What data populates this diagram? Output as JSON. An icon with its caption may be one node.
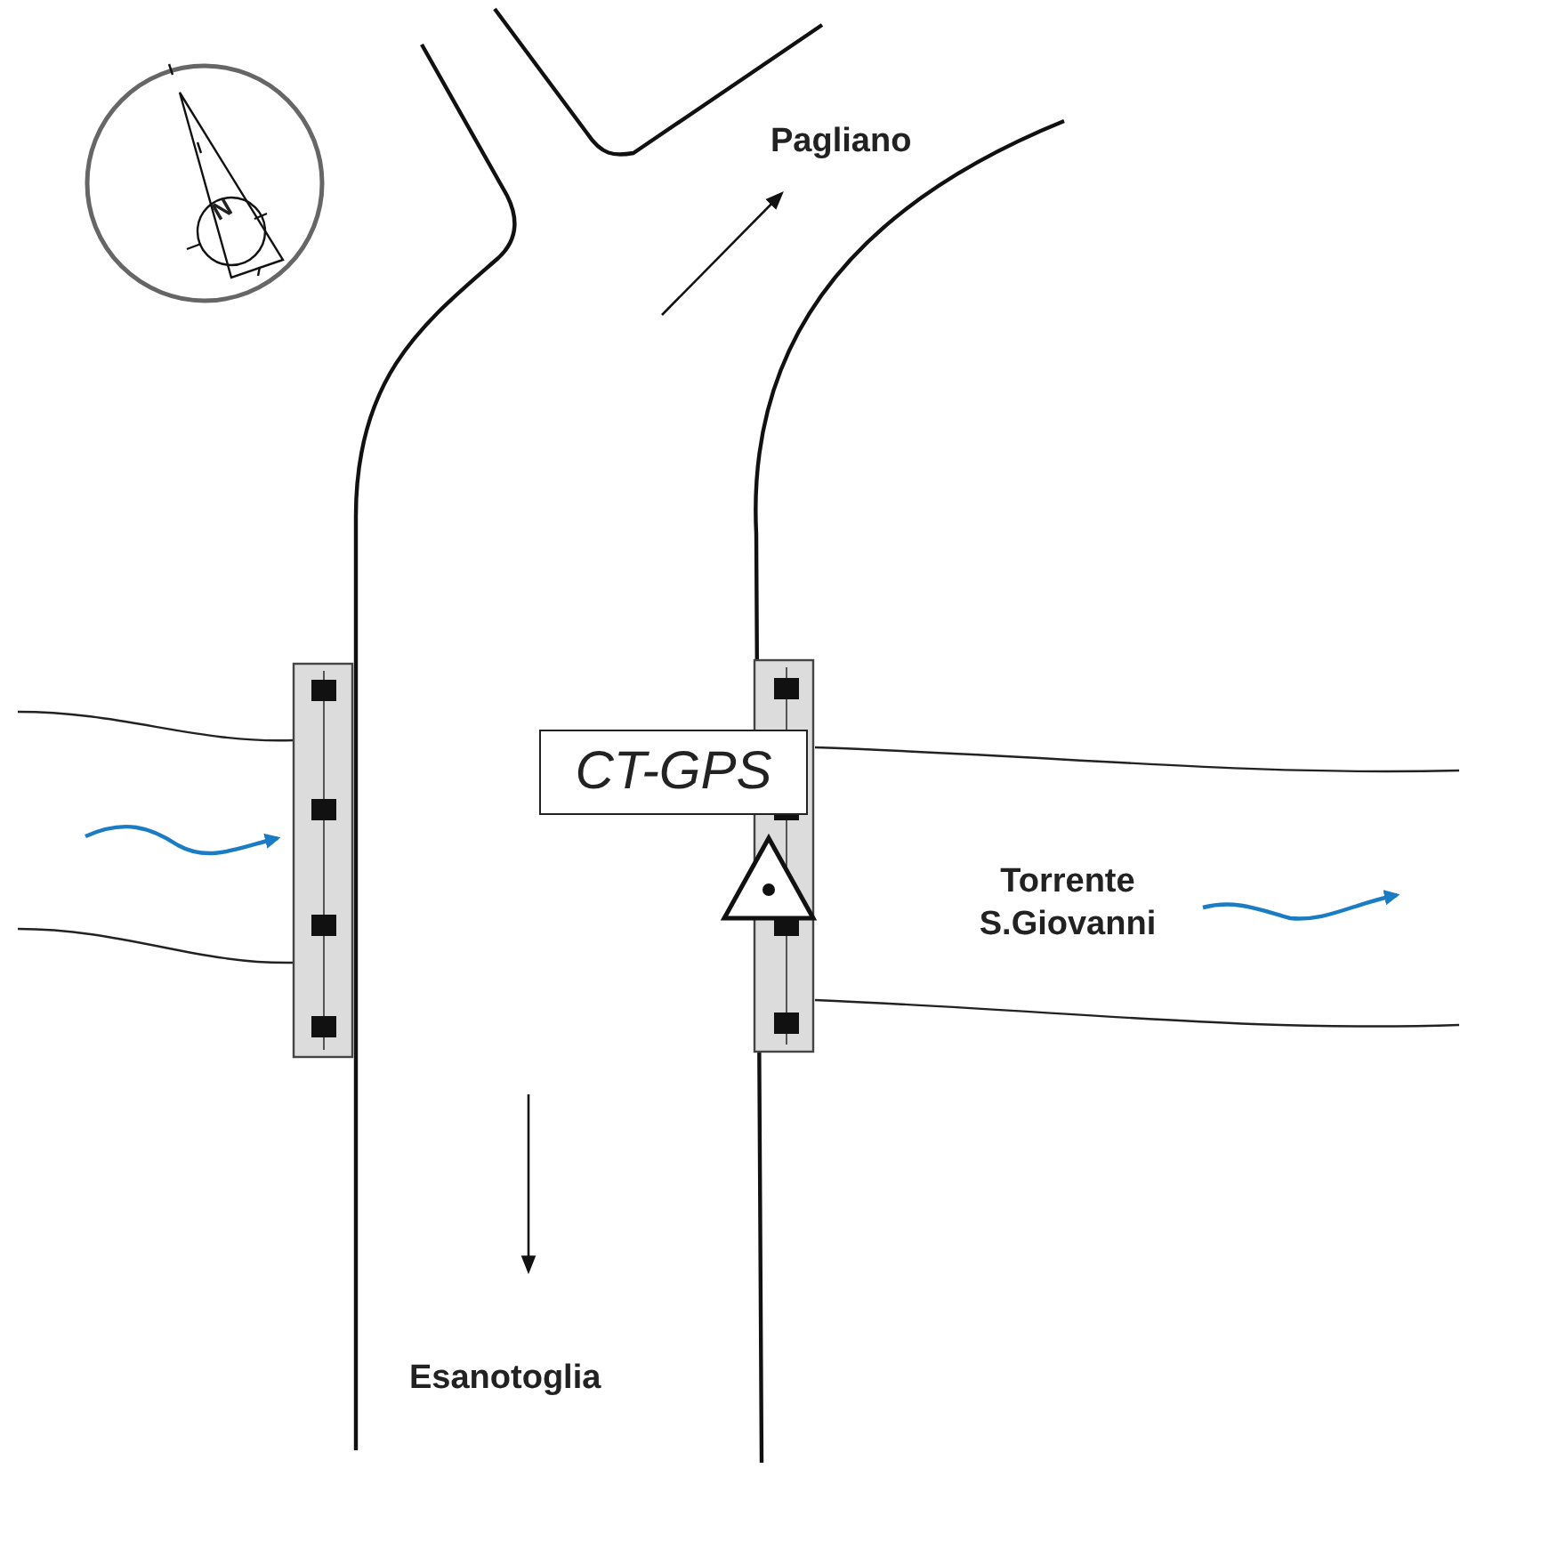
{
  "diagram": {
    "nodes": [
      {
        "text": [
          "CT-GPS"
        ]
      }
    ],
    "labels": [
      "N",
      "Pagliano",
      "Torrente S.Giovanni",
      "Esanotoglia"
    ]
  }
}
